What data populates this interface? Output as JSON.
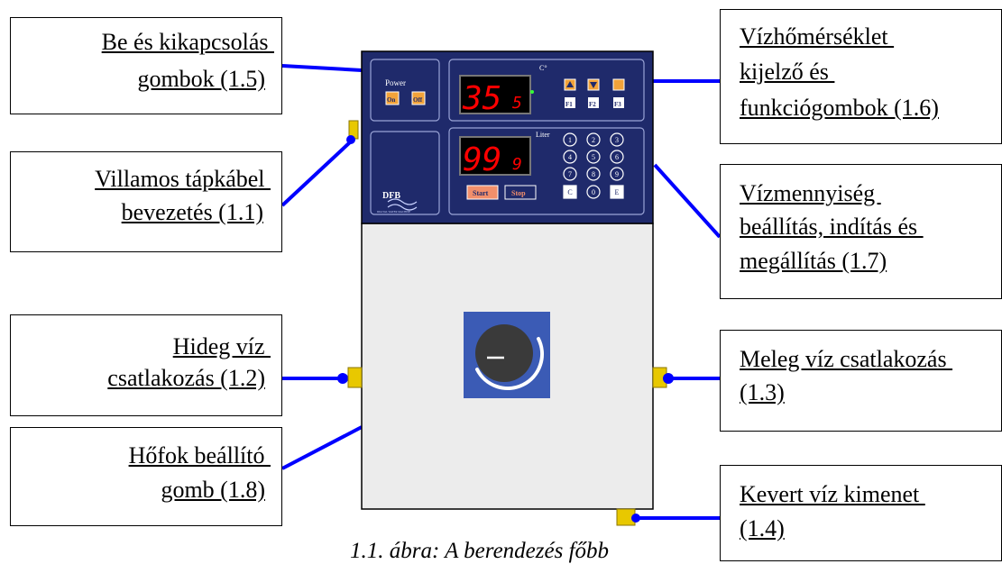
{
  "callouts": {
    "power_buttons": {
      "line1": "Be és kikapcsolás ",
      "line2": "gombok (1.5)"
    },
    "power_cable": {
      "line1": "Villamos tápkábel ",
      "line2": "bevezetés (1.1)"
    },
    "cold_water": {
      "line1": "Hideg víz ",
      "line2": "csatlakozás (1.2)"
    },
    "temp_knob": {
      "line1": "Hőfok beállító ",
      "line2": "gomb (1.8)"
    },
    "temp_display": {
      "line1": "Vízhőmérséklet ",
      "line2": "kijelző és ",
      "line3": "funkciógombok (1.6)"
    },
    "water_amount": {
      "line1": "Vízmennyiség ",
      "line2": "beállítás, indítás és ",
      "line3": "megállítás (1.7)"
    },
    "warm_water": {
      "line1": "Meleg víz csatlakozás ",
      "line2": "(1.3)"
    },
    "mixed_water": {
      "line1": "Kevert víz kimenet ",
      "line2": "(1.4)"
    }
  },
  "device": {
    "power_label": "Power",
    "on_label": "On",
    "off_label": "Off",
    "temp_unit": "C°",
    "temp_value": "35",
    "temp_decimal": "5",
    "liter_unit": "Liter",
    "liter_value": "99",
    "liter_decimal": "9",
    "start_label": "Start",
    "stop_label": "Stop",
    "f1": "F1",
    "f2": "F2",
    "f3": "F3",
    "keypad": [
      "1",
      "2",
      "3",
      "4",
      "5",
      "6",
      "7",
      "8",
      "9",
      "C",
      "0",
      "E"
    ],
    "logo": "DFB",
    "logo_sub": "DIGITAL WATER MACHINE"
  },
  "caption": "1.1. ábra: A berendezés főbb",
  "colors": {
    "panel": "#1f2a6b",
    "connector_line": "#0000ff",
    "led": "#ff0000",
    "knob_bg": "#3b5bb5",
    "fitting": "#e8c800"
  }
}
